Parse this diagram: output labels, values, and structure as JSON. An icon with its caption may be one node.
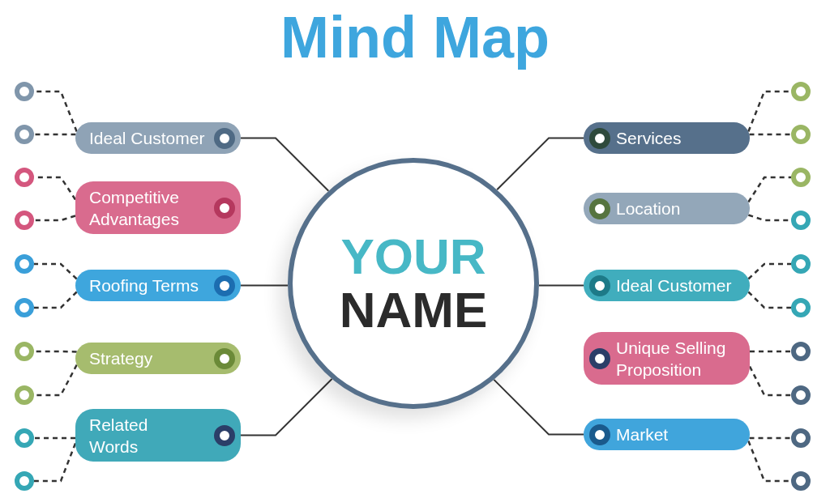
{
  "diagram": {
    "title": "Mind Map",
    "nodes": [
      {
        "text": [
          "YOUR",
          "NAME"
        ]
      },
      {
        "text": [
          "Ideal Customer"
        ]
      },
      {
        "text": [
          "Competitive Advantages"
        ]
      },
      {
        "text": [
          "Roofing Terms"
        ]
      },
      {
        "text": [
          "Strategy"
        ]
      },
      {
        "text": [
          "Related Words"
        ]
      },
      {
        "text": [
          "Services"
        ]
      },
      {
        "text": [
          "Location"
        ]
      },
      {
        "text": [
          "Ideal Customer"
        ]
      },
      {
        "text": [
          "Unique Selling Proposition"
        ]
      },
      {
        "text": [
          "Market"
        ]
      },
      {
        "text": [],
        "shape": "circle"
      },
      {
        "text": [],
        "shape": "circle"
      },
      {
        "text": [],
        "shape": "circle"
      },
      {
        "text": [],
        "shape": "circle"
      },
      {
        "text": [],
        "shape": "circle"
      },
      {
        "text": [],
        "shape": "circle"
      },
      {
        "text": [],
        "shape": "circle"
      },
      {
        "text": [],
        "shape": "circle"
      },
      {
        "text": [],
        "shape": "circle"
      },
      {
        "text": [],
        "shape": "circle"
      },
      {
        "text": [],
        "shape": "circle"
      },
      {
        "text": [],
        "shape": "circle"
      },
      {
        "text": [],
        "shape": "circle"
      },
      {
        "text": [],
        "shape": "circle"
      },
      {
        "text": [],
        "shape": "circle"
      },
      {
        "text": [],
        "shape": "circle"
      },
      {
        "text": [],
        "shape": "circle"
      },
      {
        "text": [],
        "shape": "circle"
      },
      {
        "text": [],
        "shape": "circle"
      },
      {
        "text": [],
        "shape": "circle"
      }
    ],
    "edges": [
      {
        "from": 0,
        "to": 1,
        "arrow": "none"
      },
      {
        "from": 0,
        "to": 3,
        "arrow": "none"
      },
      {
        "from": 0,
        "to": 5,
        "arrow": "none"
      },
      {
        "from": 0,
        "to": 6,
        "arrow": "none"
      },
      {
        "from": 0,
        "to": 8,
        "arrow": "none"
      },
      {
        "from": 0,
        "to": 10,
        "arrow": "none"
      },
      {
        "from": 1,
        "to": 11,
        "arrow": "none",
        "style": "dashed"
      },
      {
        "from": 1,
        "to": 12,
        "arrow": "none",
        "style": "dashed"
      },
      {
        "from": 2,
        "to": 13,
        "arrow": "none",
        "style": "dashed"
      },
      {
        "from": 2,
        "to": 14,
        "arrow": "none",
        "style": "dashed"
      },
      {
        "from": 3,
        "to": 15,
        "arrow": "none",
        "style": "dashed"
      },
      {
        "from": 3,
        "to": 16,
        "arrow": "none",
        "style": "dashed"
      },
      {
        "from": 4,
        "to": 17,
        "arrow": "none",
        "style": "dashed"
      },
      {
        "from": 4,
        "to": 18,
        "arrow": "none",
        "style": "dashed"
      },
      {
        "from": 5,
        "to": 19,
        "arrow": "none",
        "style": "dashed"
      },
      {
        "from": 5,
        "to": 20,
        "arrow": "none",
        "style": "dashed"
      },
      {
        "from": 6,
        "to": 21,
        "arrow": "none",
        "style": "dashed"
      },
      {
        "from": 6,
        "to": 22,
        "arrow": "none",
        "style": "dashed"
      },
      {
        "from": 7,
        "to": 23,
        "arrow": "none",
        "style": "dashed"
      },
      {
        "from": 7,
        "to": 24,
        "arrow": "none",
        "style": "dashed"
      },
      {
        "from": 8,
        "to": 25,
        "arrow": "none",
        "style": "dashed"
      },
      {
        "from": 8,
        "to": 26,
        "arrow": "none",
        "style": "dashed"
      },
      {
        "from": 9,
        "to": 27,
        "arrow": "none",
        "style": "dashed"
      },
      {
        "from": 9,
        "to": 28,
        "arrow": "none",
        "style": "dashed"
      },
      {
        "from": 10,
        "to": 29,
        "arrow": "none",
        "style": "dashed"
      },
      {
        "from": 10,
        "to": 30,
        "arrow": "none",
        "style": "dashed"
      }
    ]
  }
}
